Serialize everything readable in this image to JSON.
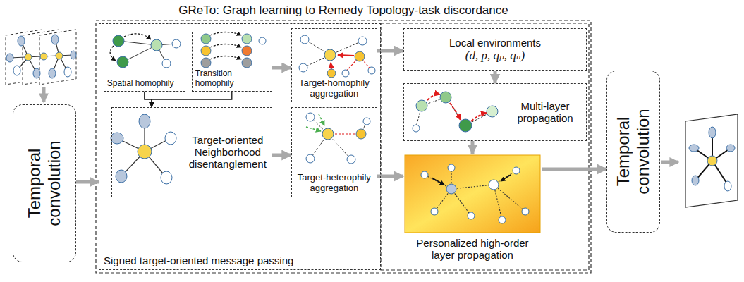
{
  "diagram": {
    "title": "GReTo: Graph learning to Remedy Topology-task discordance",
    "nodes": [
      {
        "text": [
          "Temporal convolution"
        ]
      },
      {
        "text": [
          "Signed target-oriented message passing"
        ]
      },
      {
        "text": [
          "Spatial homophily"
        ],
        "in": 1
      },
      {
        "text": [
          "Transition homophily"
        ],
        "in": 1
      },
      {
        "text": [
          "Target-oriented Neighborhood disentanglement"
        ],
        "in": 1
      },
      {
        "text": [
          "Target-homophily aggregation"
        ],
        "in": 1
      },
      {
        "text": [
          "Target-heterophily aggregation"
        ],
        "in": 1
      },
      {
        "text": [
          "Local environments",
          "(d, p, qₚ, qₙ)"
        ]
      },
      {
        "text": [
          "Multi-layer propagation"
        ]
      },
      {
        "text": [
          "Personalized high-order layer propagation"
        ]
      },
      {
        "text": [
          "Temporal convolution"
        ]
      }
    ],
    "edges": [
      {
        "from": 0,
        "to": 1,
        "arrow": "to"
      },
      {
        "from": 2,
        "to": 4,
        "arrow": "to"
      },
      {
        "from": 3,
        "to": 4,
        "arrow": "to"
      },
      {
        "from": 3,
        "to": 5,
        "arrow": "to"
      },
      {
        "from": 4,
        "to": 6,
        "arrow": "to"
      },
      {
        "from": 5,
        "to": 7,
        "arrow": "to"
      },
      {
        "from": 6,
        "to": 9,
        "arrow": "to"
      },
      {
        "from": 7,
        "to": 8,
        "arrow": "to"
      },
      {
        "from": 8,
        "to": 9,
        "arrow": "to"
      },
      {
        "from": 9,
        "to": 10,
        "arrow": "to"
      }
    ]
  }
}
